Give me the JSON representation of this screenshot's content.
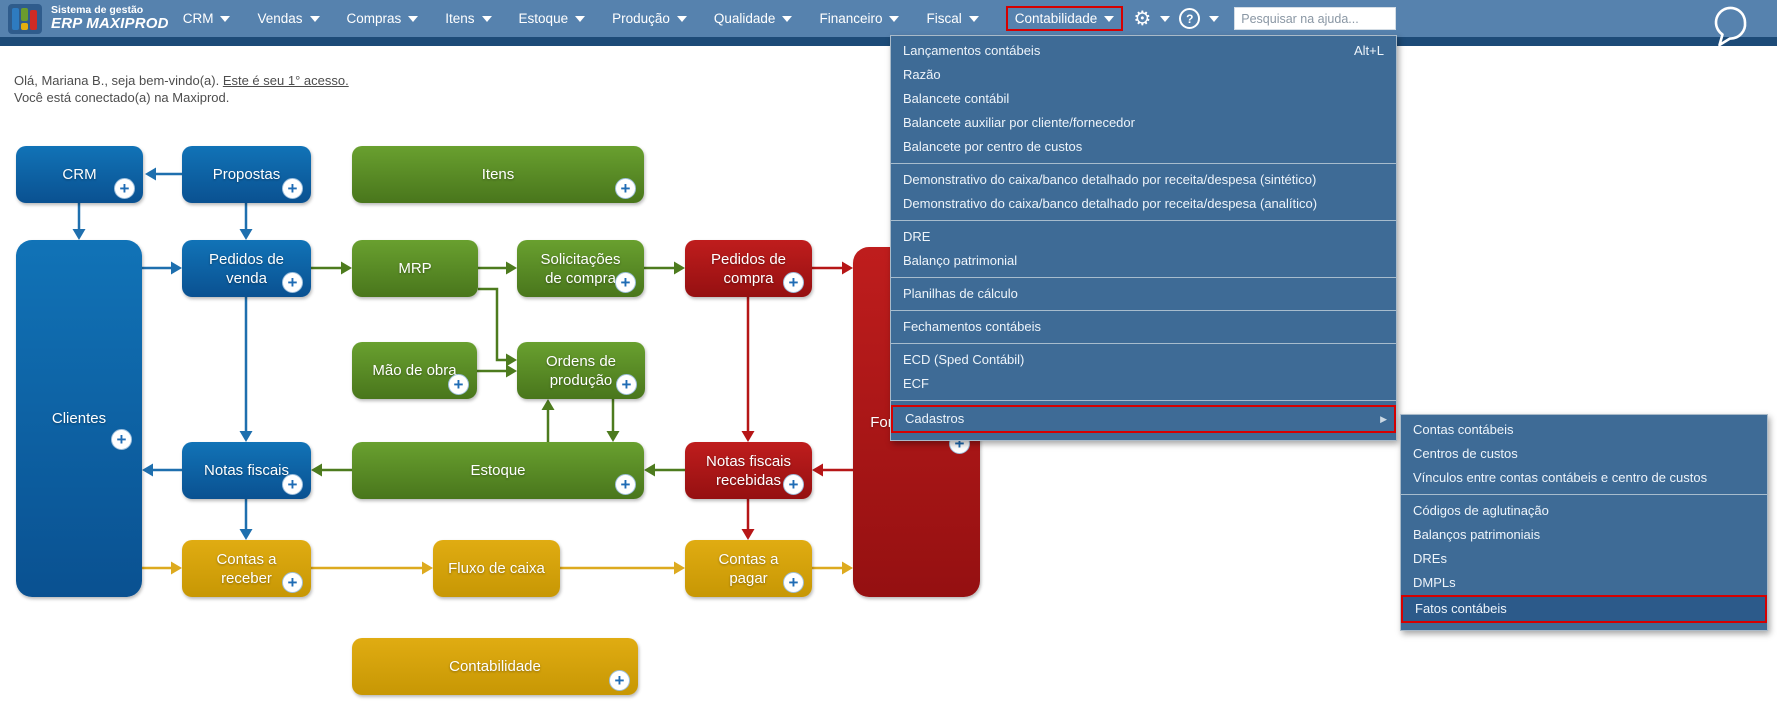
{
  "topbar": {
    "logo": {
      "line1": "Sistema de gestão",
      "line2": "ERP MAXIPROD"
    },
    "menus": [
      "CRM",
      "Vendas",
      "Compras",
      "Itens",
      "Estoque",
      "Produção",
      "Qualidade",
      "Financeiro",
      "Fiscal",
      "Contabilidade"
    ],
    "active_menu": "Contabilidade",
    "icons": [
      "settings-gear",
      "help",
      "chat-bubble"
    ],
    "search": {
      "placeholder": "Pesquisar na ajuda..."
    }
  },
  "greeting": {
    "line1_prefix": "Olá, Mariana B., seja bem-vindo(a). ",
    "line1_link": "Este é seu 1° acesso.",
    "line2": "Você está conectado(a) na Maxiprod."
  },
  "dropdown": {
    "groups": [
      {
        "items": [
          {
            "label": "Lançamentos contábeis",
            "shortcut": "Alt+L"
          },
          {
            "label": "Razão"
          },
          {
            "label": "Balancete contábil"
          },
          {
            "label": "Balancete auxiliar por cliente/fornecedor"
          },
          {
            "label": "Balancete por centro de custos"
          }
        ]
      },
      {
        "items": [
          {
            "label": "Demonstrativo do caixa/banco detalhado por receita/despesa (sintético)"
          },
          {
            "label": "Demonstrativo do caixa/banco detalhado por receita/despesa (analítico)"
          }
        ]
      },
      {
        "items": [
          {
            "label": "DRE"
          },
          {
            "label": "Balanço patrimonial"
          }
        ]
      },
      {
        "items": [
          {
            "label": "Planilhas de cálculo"
          }
        ]
      },
      {
        "items": [
          {
            "label": "Fechamentos contábeis"
          }
        ]
      },
      {
        "items": [
          {
            "label": "ECD (Sped Contábil)"
          },
          {
            "label": "ECF"
          }
        ]
      },
      {
        "items": [
          {
            "label": "Cadastros",
            "submenu": true,
            "highlighted": true
          }
        ]
      }
    ]
  },
  "submenu": {
    "groups": [
      {
        "items": [
          {
            "label": "Contas contábeis"
          },
          {
            "label": "Centros de custos"
          },
          {
            "label": "Vínculos entre contas contábeis e centro de custos"
          }
        ]
      },
      {
        "items": [
          {
            "label": "Códigos de aglutinação"
          },
          {
            "label": "Balanços patrimoniais"
          },
          {
            "label": "DREs"
          },
          {
            "label": "DMPLs"
          },
          {
            "label": "Fatos contábeis",
            "highlighted": true,
            "selected": true
          }
        ]
      }
    ]
  },
  "diagram": {
    "nodes": [
      {
        "id": "crm",
        "label": "CRM",
        "color": "blue",
        "plus": true
      },
      {
        "id": "propostas",
        "label": "Propostas",
        "color": "blue",
        "plus": true
      },
      {
        "id": "itens",
        "label": "Itens",
        "color": "green",
        "plus": true
      },
      {
        "id": "clientes",
        "label": "Clientes",
        "color": "blue",
        "plus": true,
        "tall": true
      },
      {
        "id": "pedidos-venda",
        "label": "Pedidos de venda",
        "color": "blue",
        "plus": true
      },
      {
        "id": "mrp",
        "label": "MRP",
        "color": "green",
        "plus": false
      },
      {
        "id": "solicitacoes-compra",
        "label": "Solicitações de compra",
        "color": "green",
        "plus": true
      },
      {
        "id": "pedidos-compra",
        "label": "Pedidos de compra",
        "color": "red",
        "plus": true
      },
      {
        "id": "mao-de-obra",
        "label": "Mão de obra",
        "color": "green",
        "plus": true
      },
      {
        "id": "ordens-producao",
        "label": "Ordens de produção",
        "color": "green",
        "plus": true
      },
      {
        "id": "fornecedores",
        "label": "Fornecedores",
        "color": "red",
        "plus": true,
        "tall": true
      },
      {
        "id": "notas-fiscais",
        "label": "Notas fiscais",
        "color": "blue",
        "plus": true
      },
      {
        "id": "estoque",
        "label": "Estoque",
        "color": "green",
        "plus": true
      },
      {
        "id": "notas-fiscais-recebidas",
        "label": "Notas fiscais recebidas",
        "color": "red",
        "plus": true
      },
      {
        "id": "contas-receber",
        "label": "Contas a receber",
        "color": "gold",
        "plus": true
      },
      {
        "id": "fluxo-caixa",
        "label": "Fluxo de caixa",
        "color": "gold",
        "plus": false
      },
      {
        "id": "contas-pagar",
        "label": "Contas a pagar",
        "color": "gold",
        "plus": true
      },
      {
        "id": "contabilidade",
        "label": "Contabilidade",
        "color": "gold",
        "plus": true
      }
    ]
  },
  "colors": {
    "topbar": "#5682ae",
    "topbar_strip": "#1d4b78",
    "menu_bg": "#3e6b96",
    "menu_selected_bg": "#2c5a8a",
    "highlight_red": "#d60000",
    "box_blue": "#0e64a4",
    "box_green": "#598926",
    "box_red": "#aa1617",
    "box_gold": "#d4a10b"
  }
}
